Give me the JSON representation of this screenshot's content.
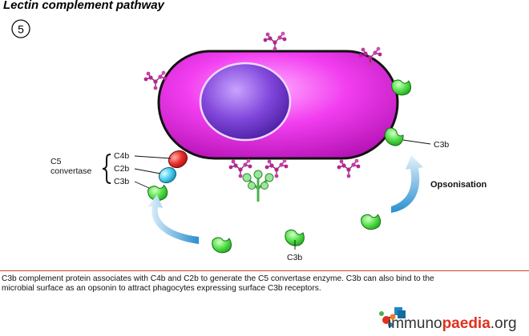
{
  "title": "Lectin complement pathway",
  "step_number": "5",
  "labels": {
    "c5_convertase_line1": "C5",
    "c5_convertase_line2": "convertase",
    "c4b": "C4b",
    "c2b": "C2b",
    "c3b_complex": "C3b",
    "c3b_right": "C3b",
    "c3b_bottom": "C3b",
    "opsonisation": "Opsonisation"
  },
  "caption_line1": "C3b complement protein associates with C4b and C2b to generate the C5 convertase enzyme.  C3b can also bind to the",
  "caption_line2": "microbial surface as an opsonin to attract phagocytes expressing surface C3b receptors.",
  "brand": {
    "part1": "immuno",
    "part2": "paedia",
    "part3": ".org"
  },
  "colors": {
    "cell_body": "#e020d8",
    "nucleus": "#7a3ad0",
    "c3b_green": "#3bd23b",
    "c4b_red": "#e02424",
    "c2b_cyan": "#36c4e6",
    "arrow_blue": "#2a8fd0",
    "carbohydrate_magenta": "#b8238f",
    "brand_accent": "#e0311e",
    "divider": "#c8412f"
  }
}
